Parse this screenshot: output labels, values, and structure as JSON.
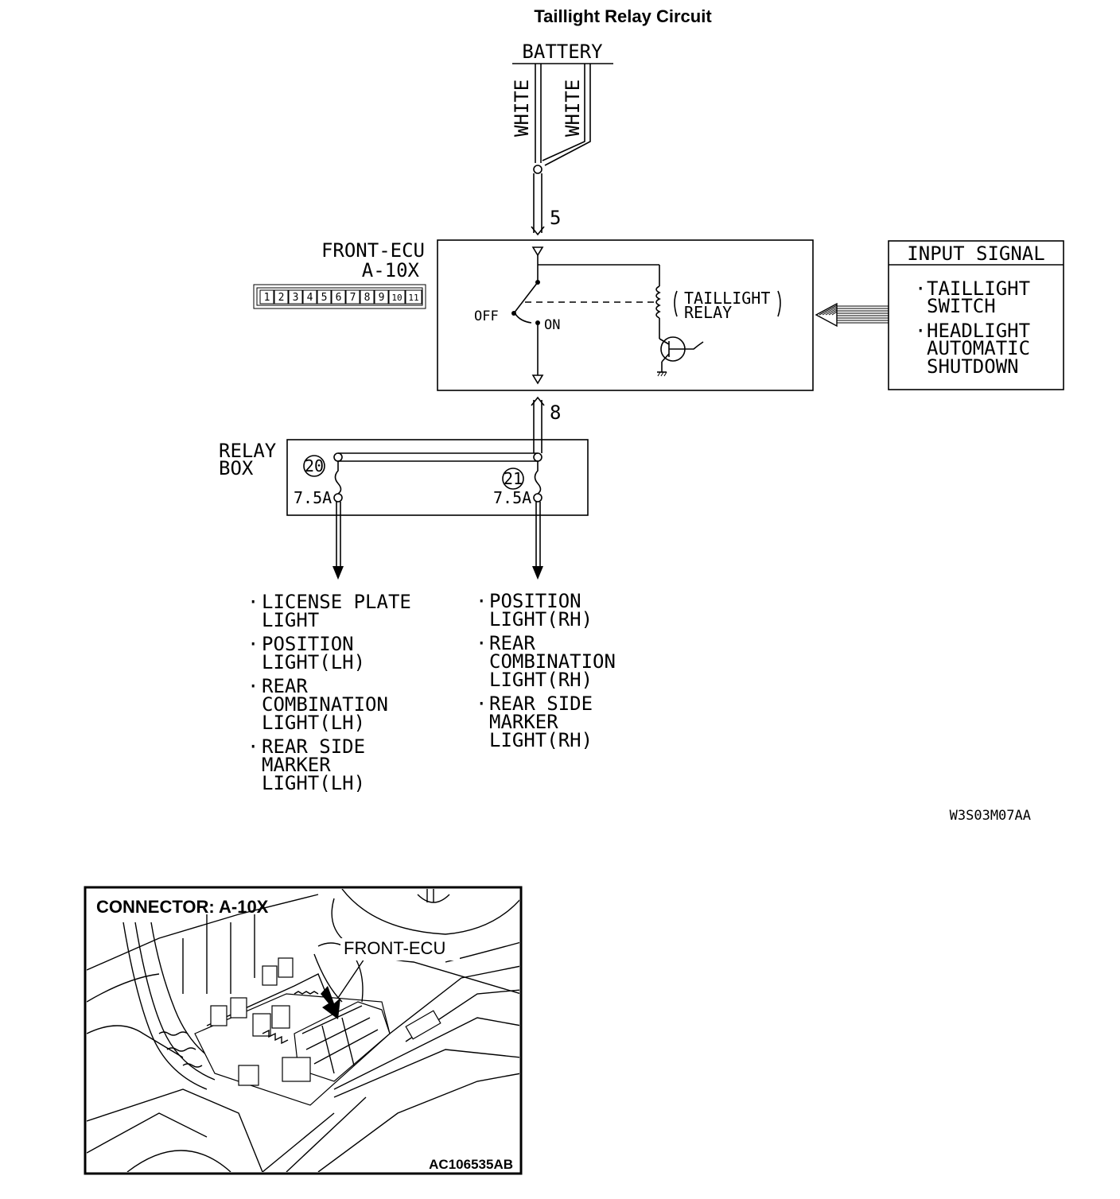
{
  "title": "Taillight Relay Circuit",
  "battery": {
    "label": "BATTERY",
    "wire_left": "WHITE",
    "wire_right": "WHITE"
  },
  "terminal_top": "5",
  "terminal_bottom": "8",
  "ecu": {
    "name": "FRONT-ECU",
    "connector": "A-10X",
    "pins": [
      "1",
      "2",
      "3",
      "4",
      "5",
      "6",
      "7",
      "8",
      "9",
      "10",
      "11"
    ],
    "switch_off": "OFF",
    "switch_on": "ON",
    "relay_label_1": "TAILLIGHT",
    "relay_label_2": "RELAY"
  },
  "input_signal": {
    "header": "INPUT SIGNAL",
    "item1_line1": "TAILLIGHT",
    "item1_line2": "SWITCH",
    "item2_line1": "HEADLIGHT",
    "item2_line2": "AUTOMATIC",
    "item2_line3": "SHUTDOWN"
  },
  "relay_box": {
    "label_1": "RELAY",
    "label_2": "BOX",
    "fuse_left_no": "20",
    "fuse_right_no": "21",
    "fuse_left_rating": "7.5A",
    "fuse_right_rating": "7.5A"
  },
  "loads_left": [
    [
      "LICENSE PLATE",
      "LIGHT"
    ],
    [
      "POSITION",
      "LIGHT(LH)"
    ],
    [
      "REAR",
      "COMBINATION",
      "LIGHT(LH)"
    ],
    [
      "REAR SIDE",
      "MARKER",
      "LIGHT(LH)"
    ]
  ],
  "loads_right": [
    [
      "POSITION",
      "LIGHT(RH)"
    ],
    [
      "REAR",
      "COMBINATION",
      "LIGHT(RH)"
    ],
    [
      "REAR SIDE",
      "MARKER",
      "LIGHT(RH)"
    ]
  ],
  "figure_code_1": "W3S03M07AA",
  "connector_box": {
    "title": "CONNECTOR: A-10X",
    "callout": "FRONT-ECU",
    "figure_code": "AC106535AB"
  }
}
